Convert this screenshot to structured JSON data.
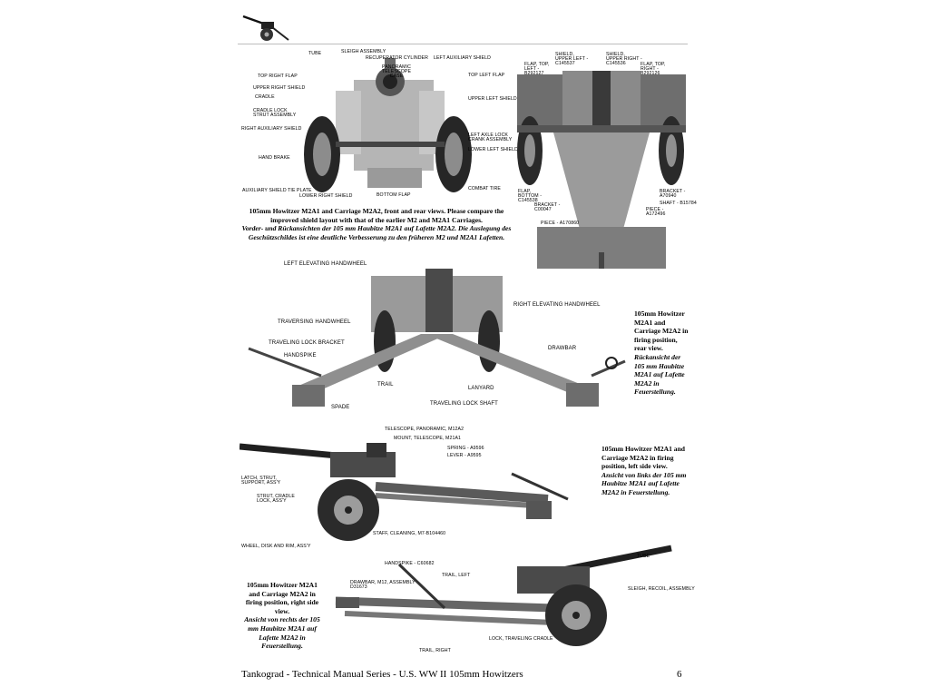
{
  "footer": {
    "series": "Tankograd - Technical Manual Series - U.S. WW II 105mm Howitzers",
    "page_number": "6"
  },
  "figure1": {
    "caption_en": "105mm Howitzer M2A1 and Carriage M2A2, front and rear views. Please compare the improved shield layout with that of the earlier M2 and M2A1 Carriages.",
    "caption_de": "Vorder- und Rückansichten der 105 mm Haubitze M2A1 auf Lafette M2A2. Die Auslegung des Geschützschildes ist eine deutliche Verbesserung zu den früheren M2 und M2A1 Lafetten.",
    "labels_front": [
      "TUBE",
      "SLEIGH ASSEMBLY",
      "RECUPERATOR CYLINDER",
      "LEFT AUXILIARY SHIELD",
      "PANORAMIC TELESCOPE CASE",
      "TOP LEFT FLAP",
      "TOP RIGHT FLAP",
      "UPPER RIGHT SHIELD",
      "UPPER LEFT SHIELD",
      "CRADLE",
      "CRADLE LOCK STRUT ASSEMBLY",
      "RIGHT AUXILIARY SHIELD",
      "LEFT AXLE LOCK CRANK ASSEMBLY",
      "LOWER LEFT SHIELD",
      "HAND BRAKE",
      "AUXILIARY SHIELD TIE PLATE",
      "LOWER RIGHT SHIELD",
      "BOTTOM FLAP",
      "COMBAT TIRE"
    ],
    "labels_rear": [
      "SHIELD, UPPER LEFT - C145537",
      "SHIELD, UPPER RIGHT - C145536",
      "FLAP, TOP, LEFT - B292127",
      "FLAP, TOP, RIGHT - B292126",
      "FLAP, BOTTOM - C145538",
      "BRACKET - C00047",
      "PIECE - A170860",
      "BRACKET - A70940",
      "SHAFT - B15784",
      "PIECE - A172496"
    ]
  },
  "figure2": {
    "caption_en": "105mm Howitzer M2A1 and Carriage M2A2 in firing position, rear view.",
    "caption_de": "Rückansicht der 105 mm Haubitze M2A1 auf Lafette M2A2 in Feuerstellung.",
    "labels": [
      "LEFT ELEVATING HANDWHEEL",
      "RIGHT ELEVATING HANDWHEEL",
      "TRAVERSING HANDWHEEL",
      "TRAVELING LOCK BRACKET",
      "HANDSPIKE",
      "DRAWBAR",
      "TRAIL",
      "LANYARD",
      "SPADE",
      "TRAVELING LOCK SHAFT"
    ]
  },
  "figure3": {
    "caption_en": "105mm Howitzer M2A1 and Carriage M2A2 in firing position, left side view.",
    "caption_de": "Ansicht von links der 105 mm Haubitze M2A1 auf Lafette M2A2 in Feuerstellung.",
    "labels": [
      "TELESCOPE, PANORAMIC, M12A2",
      "MOUNT, TELESCOPE, M21A1",
      "SPRING - A9596",
      "LEVER - A9595",
      "LATCH, STRUT, SUPPORT, ASS'Y",
      "STRUT, CRADLE LOCK, ASS'Y",
      "STAFF, CLEANING, M7-B104460",
      "WHEEL, DISK AND RIM, ASS'Y"
    ]
  },
  "figure4": {
    "caption_en": "105mm Howitzer M2A1 and Carriage M2A2 in firing position, right side view.",
    "caption_de": "Ansicht von rechts der 105 mm Haubitze M2A1 auf Lafette M2A2 in Feuerstellung.",
    "labels": [
      "TUBE",
      "HANDSPIKE - C60682",
      "TRAIL, LEFT",
      "DRAWBAR, M12, ASSEMBLY D31673",
      "SLEIGH, RECOIL, ASSEMBLY",
      "LOCK, TRAVELING CRADLE",
      "TRAIL, RIGHT"
    ]
  }
}
